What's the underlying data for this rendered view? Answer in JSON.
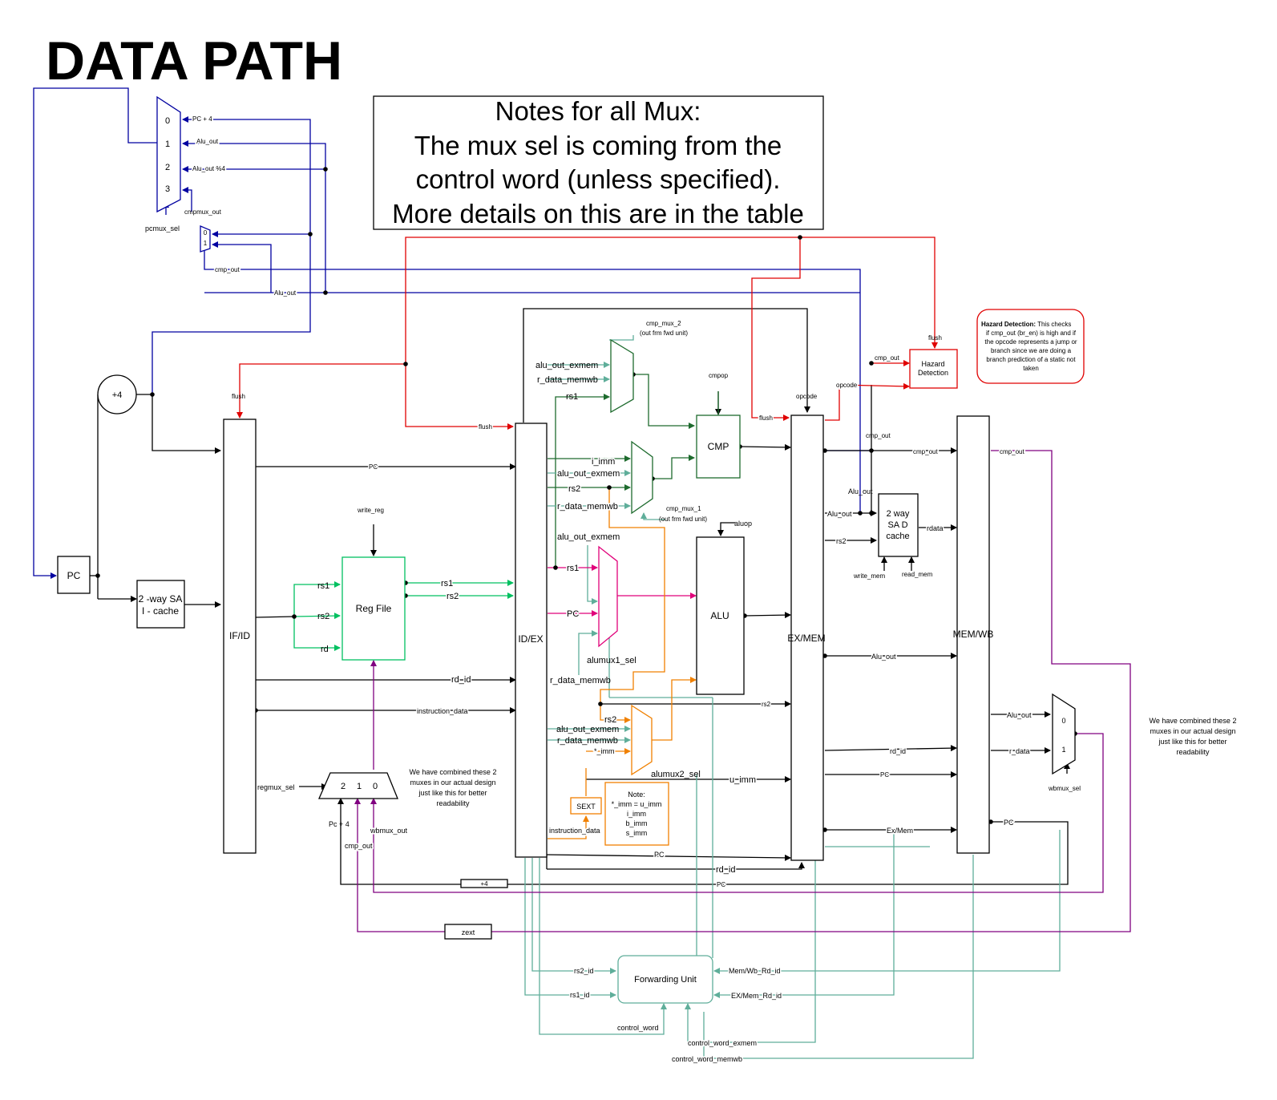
{
  "title": "DATA  PATH",
  "notes_box": [
    "Notes for all Mux:",
    "The mux sel is coming from the",
    "control word (unless specified).",
    "More details on this are in the table"
  ],
  "hazard_note": {
    "bold": "Hazard Detection:",
    "lines": [
      " This checks",
      "if cmp_out (br_en) is high and if",
      "the opcode represents a jump or",
      "branch since we are doing a",
      "branch prediction of a static not",
      "taken"
    ]
  },
  "combined_note_left": [
    "We have combined these 2",
    "muxes in our actual design",
    "just like this for better",
    "readability"
  ],
  "combined_note_right": [
    "We have combined these 2",
    "muxes in our actual design",
    "just like this for better",
    "readability"
  ],
  "sext_note": [
    "Note:",
    "*_imm = u_imm",
    "i_imm",
    "b_imm",
    "s_imm"
  ],
  "blocks": {
    "pc": "PC",
    "icache": [
      "2 -way SA",
      "I - cache"
    ],
    "plus4": "+4",
    "if_id": "IF/ID",
    "regfile": "Reg File",
    "id_ex": "ID/EX",
    "ex_mem": "EX/MEM",
    "mem_wb": "MEM/WB",
    "cmp": "CMP",
    "alu": "ALU",
    "dcache": [
      "2 way",
      "SA D",
      "cache"
    ],
    "hazard": [
      "Hazard",
      "Detection"
    ],
    "forwarding": "Forwarding Unit",
    "sext": "SEXT",
    "zext": "zext",
    "plus4_small": "+4"
  },
  "pcmux": {
    "inputs": [
      "0",
      "1",
      "2",
      "3"
    ],
    "sel": "pcmux_sel",
    "in_labels": [
      "PC + 4",
      "Alu_out",
      "Alu_out %4",
      "cmpmux_out"
    ]
  },
  "cmpmux": {
    "inputs": [
      "0",
      "1"
    ]
  },
  "regmux": {
    "inputs": [
      "2",
      "1",
      "0"
    ],
    "sel": "regmux_sel"
  },
  "wbmux": {
    "inputs": [
      "0",
      "1"
    ],
    "sel": "wbmux_sel"
  },
  "signals": {
    "cmp_out": "cmp_out",
    "alu_out": "Alu_out",
    "flush": "flush",
    "pc": "PC",
    "write_reg": "write_reg",
    "rs1": "rs1",
    "rs2": "rs2",
    "rd": "rd",
    "rd_id": "rd_id",
    "instruction_data": "instruction_data",
    "pc_plus4": "Pc + 4",
    "wbmux_out": "wbmux_out",
    "cmp_mux_2": [
      "cmp_mux_2",
      "(out frm fwd unit)"
    ],
    "cmp_mux_1": [
      "cmp_mux_1",
      "(out frm fwd unit)"
    ],
    "alu_out_exmem": "alu_out_exmem",
    "r_data_memwb": "r_data_memwb",
    "i_imm": "i_imm",
    "cmpop": "cmpop",
    "aluop": "aluop",
    "alumux1_sel": "alumux1_sel",
    "alumux2_sel": "alumux2_sel",
    "star_imm": "*_imm",
    "u_imm": "u_imm",
    "opcode": "opcode",
    "rdata": "rdata",
    "r_data": "r_data",
    "write_mem": "write_mem",
    "read_mem": "read_mem",
    "ex_mem": "Ex/Mem",
    "rs2_id": "rs2_id",
    "rs1_id": "rs1_id",
    "mem_wb_rd_id": "Mem/Wb_Rd_id",
    "ex_mem_rd_id": "EX/Mem_Rd_id",
    "control_word": "control_word",
    "control_word_exmem": "control_word_exmem",
    "control_word_memwb": "control_word_memwb"
  },
  "colors": {
    "black": "#000000",
    "blue": "#0000a0",
    "red": "#e00000",
    "green_dark": "#1e6b2e",
    "green_light": "#00c060",
    "magenta": "#e0007a",
    "orange": "#f08000",
    "purple": "#800080",
    "teal": "#5fae9a"
  }
}
